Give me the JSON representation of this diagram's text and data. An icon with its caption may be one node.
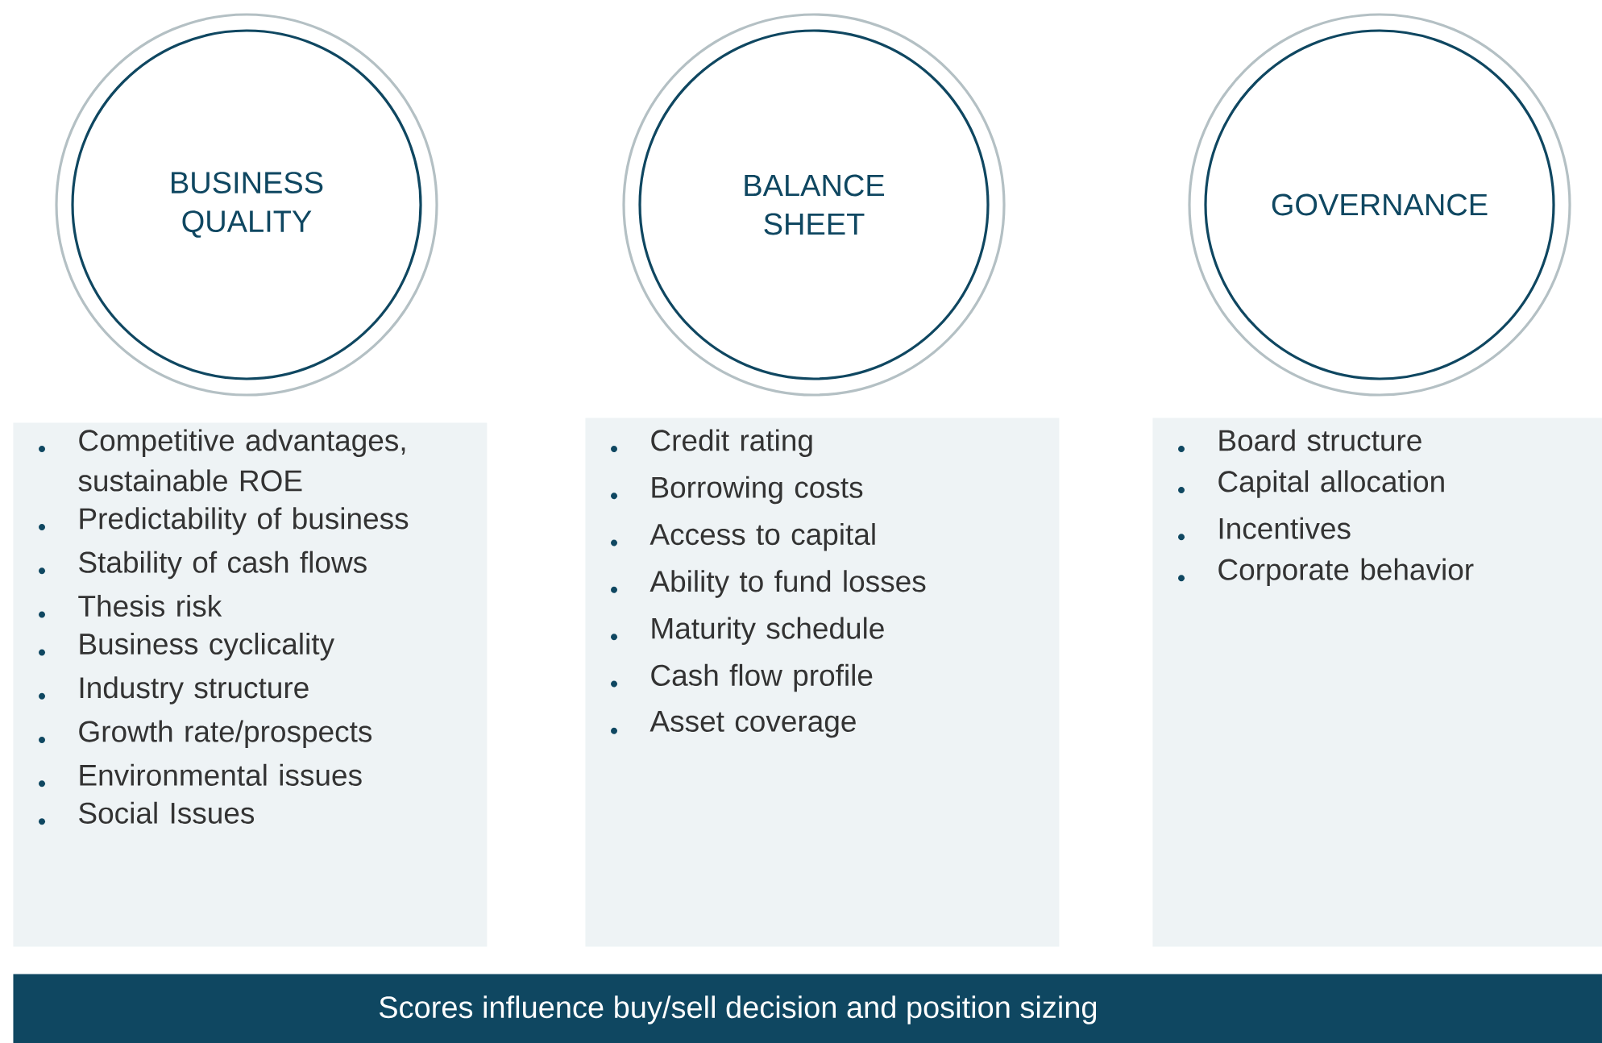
{
  "diagram": {
    "nodes": [
      {
        "text": [
          "BUSINESS QUALITY"
        ]
      },
      {
        "text": [
          "BALANCE SHEET"
        ]
      },
      {
        "text": [
          "GOVERNANCE"
        ]
      },
      {
        "text": [
          "Competitive advantages, sustainable ROE",
          "Predictability of business",
          "Stability of cash flows",
          "Thesis risk",
          "Business cyclicality",
          "Industry structure",
          "Growth rate/prospects",
          "Environmental issues",
          "Social Issues"
        ]
      },
      {
        "text": [
          "Credit rating",
          "Borrowing costs",
          "Access to capital",
          "Ability to fund losses",
          "Maturity schedule",
          "Cash flow profile",
          "Asset coverage"
        ]
      },
      {
        "text": [
          "Board structure",
          "Capital allocation",
          "Incentives",
          "Corporate behavior"
        ]
      },
      {
        "text": [
          "Scores influence buy/sell decision and position sizing"
        ]
      }
    ]
  }
}
